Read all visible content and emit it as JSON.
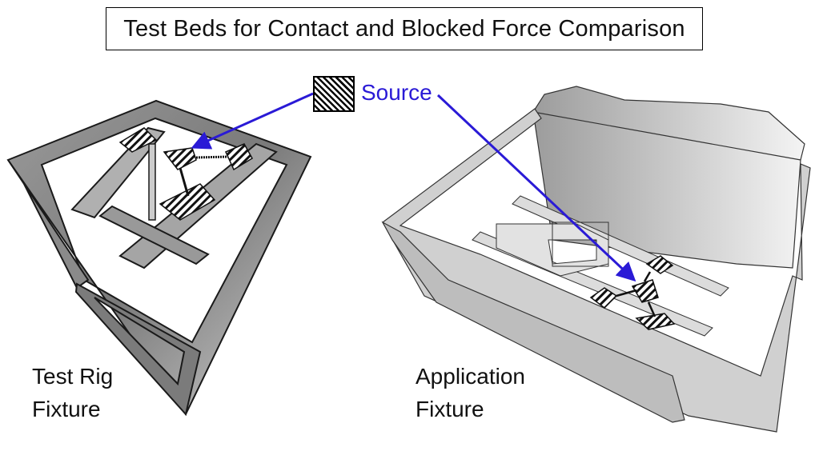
{
  "title": "Test Beds for Contact and Blocked Force Comparison",
  "legend": {
    "source_label": "Source",
    "source_swatch_pattern": "diagonal-hatch",
    "arrow_color": "#2a1ad6"
  },
  "fixtures": [
    {
      "id": "test-rig",
      "label_lines": [
        "Test Rig",
        "Fixture"
      ]
    },
    {
      "id": "application",
      "label_lines": [
        "Application",
        "Fixture"
      ]
    }
  ],
  "colors": {
    "frame_dark": "#6e6e6e",
    "frame_light": "#d9d9d9",
    "outline": "#1a1a1a",
    "background": "#ffffff"
  }
}
